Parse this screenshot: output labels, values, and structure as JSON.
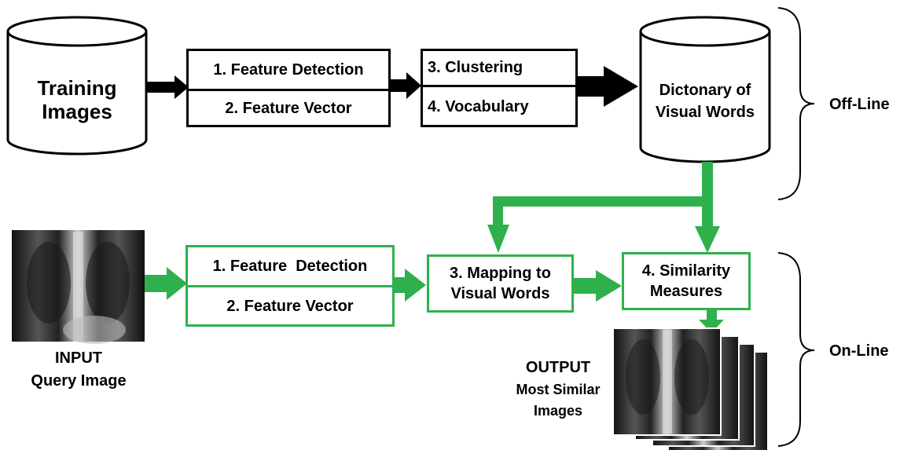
{
  "offline": {
    "training_images": {
      "line1": "Training",
      "line2": "Images"
    },
    "feature_box": {
      "item1": "1. Feature Detection",
      "item2": "2. Feature Vector"
    },
    "cluster_box": {
      "item1": "3. Clustering",
      "item2": "4. Vocabulary"
    },
    "dictionary": {
      "line1": "Dictonary of",
      "line2": "Visual Words"
    },
    "brace_label": "Off-Line"
  },
  "online": {
    "input": {
      "line1": "INPUT",
      "line2": "Query Image"
    },
    "feature_box": {
      "item1": "1. Feature  Detection",
      "item2": "2. Feature Vector"
    },
    "mapping": {
      "line1": "3. Mapping to",
      "line2": "Visual Words"
    },
    "similarity": {
      "line1": "4. Similarity",
      "line2": "Measures"
    },
    "output": {
      "line1": "OUTPUT",
      "line2": "Most Similar",
      "line3": "Images"
    },
    "brace_label": "On-Line"
  },
  "colors": {
    "offline_arrow": "#000000",
    "online": "#2eb14c"
  }
}
